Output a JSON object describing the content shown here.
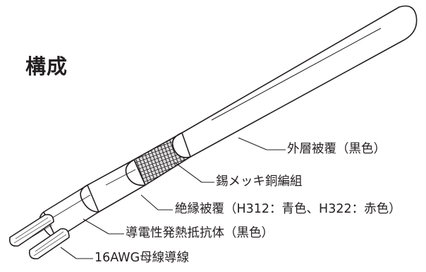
{
  "title": "構成",
  "labels": {
    "outer_jacket": "外層被覆（黒色）",
    "braid": "錫メッキ銅編組",
    "insulation": "絶縁被覆（H312：青色、H322：赤色）",
    "heating_core": "導電性発熱抵抗体（黒色）",
    "bus_wire": "16AWG母線導線"
  }
}
